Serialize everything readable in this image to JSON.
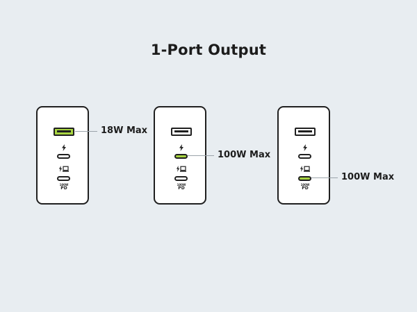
{
  "title": "1-Port Output",
  "chargers": [
    {
      "active_port": "usb-a",
      "output_label": "18W Max"
    },
    {
      "active_port": "usb-c1",
      "output_label": "100W Max"
    },
    {
      "active_port": "usb-c2",
      "output_label": "100W Max"
    }
  ],
  "port_marking": {
    "pd_wattage": "100W",
    "pd_text": "PD"
  },
  "icons": {
    "usb_c1": "lightning-bolt-icon",
    "usb_c2": "lightning-laptop-icon"
  },
  "colors": {
    "background": "#e8edf1",
    "active_port": "#a8d541",
    "outline": "#1f1f1f",
    "leader_line": "#9aa3aa"
  }
}
